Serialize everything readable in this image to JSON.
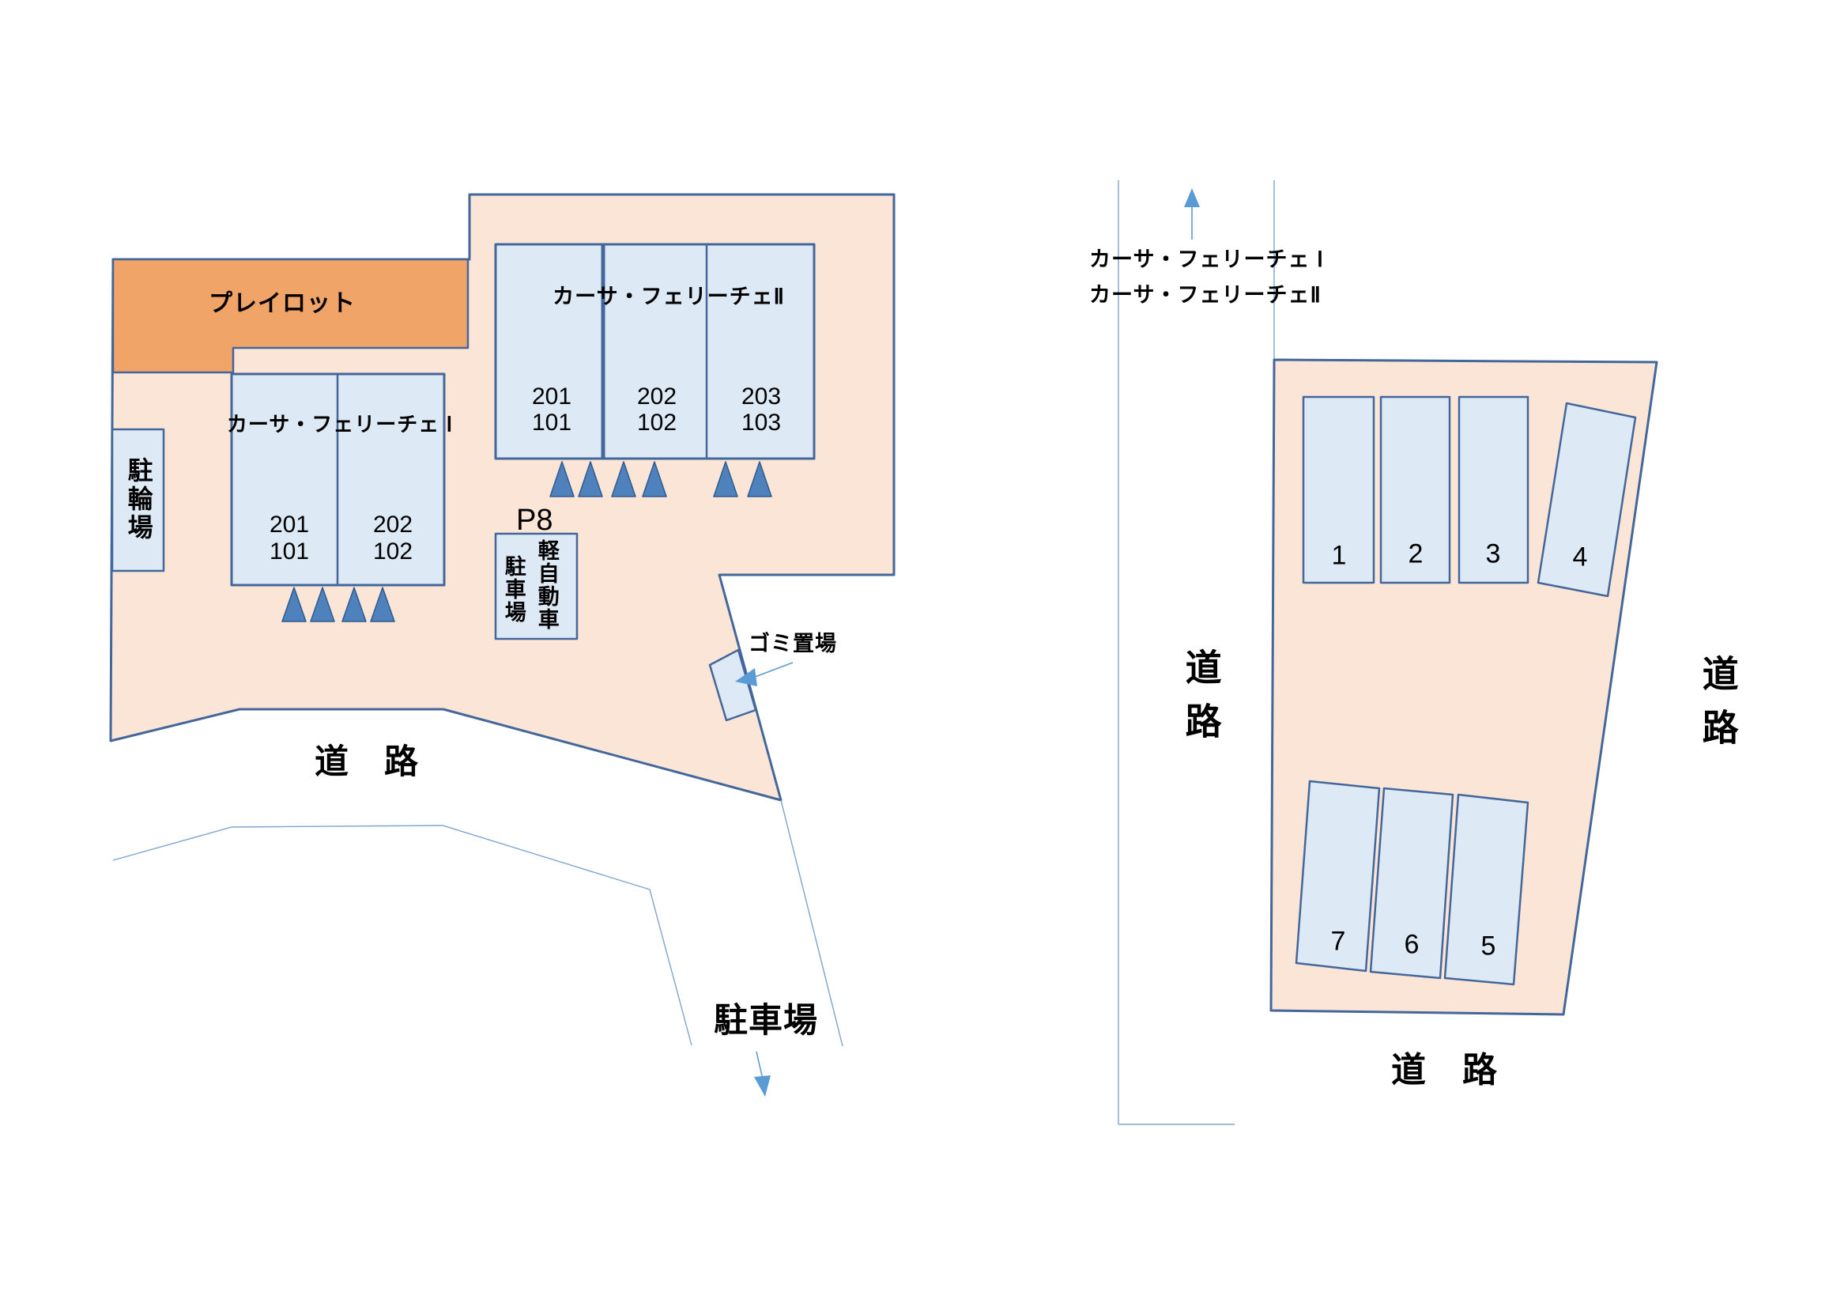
{
  "left": {
    "playlot_label": "プレイロット",
    "bldg1_name": "カーサ・フェリーチェ Ⅰ",
    "bldg1_units": [
      {
        "u": "201",
        "l": "101"
      },
      {
        "u": "202",
        "l": "102"
      }
    ],
    "bldg2_name": "カーサ・フェリーチェⅡ",
    "bldg2_units": [
      {
        "u": "201",
        "l": "101"
      },
      {
        "u": "202",
        "l": "102"
      },
      {
        "u": "203",
        "l": "103"
      }
    ],
    "bike_label": "駐輪場",
    "p8_label": "P8",
    "kei_right_column": "軽自動車",
    "kei_left_column": "駐車場",
    "garbage_label": "ゴミ置場",
    "road_label": "道　路",
    "parking_label": "駐車場"
  },
  "right": {
    "legend1": "カーサ・フェリーチェ Ⅰ",
    "legend2": "カーサ・フェリーチェⅡ",
    "road_left": "道路",
    "road_right": "道路",
    "road_bottom": "道　路",
    "spaces": [
      {
        "label": "1"
      },
      {
        "label": "2"
      },
      {
        "label": "3"
      },
      {
        "label": "4"
      },
      {
        "label": "5"
      },
      {
        "label": "6"
      },
      {
        "label": "7"
      }
    ]
  },
  "colors": {
    "parcel_fill": "#FBE5D6",
    "parcel_border": "#44679B",
    "playlot_fill": "#F0A468",
    "unit_fill": "#DDE9F5",
    "triangle_fill": "#4F81BD",
    "triangle_border": "#2E5B8F",
    "thin_line": "#7FA3CF",
    "arrow_blue": "#5B9BD5"
  }
}
